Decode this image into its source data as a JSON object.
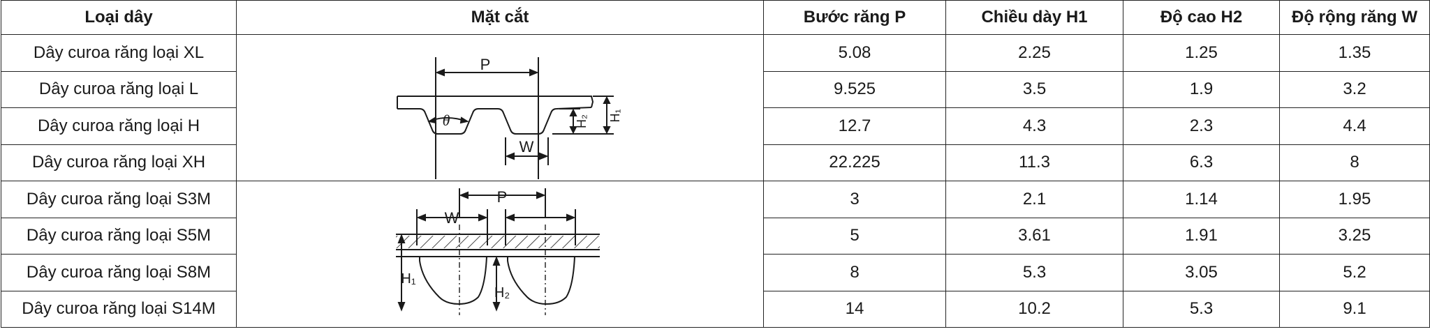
{
  "headers": [
    "Loại dây",
    "Mặt cắt",
    "Bước răng P",
    "Chiều dày H1",
    "Độ cao H2",
    "Độ rộng răng W"
  ],
  "groups": [
    {
      "diagram": {
        "name": "trapezoid-tooth-belt-diagram",
        "labels": {
          "pitch": "P",
          "width": "W",
          "angle": "θ",
          "h1": "H₁",
          "h2": "H₂"
        }
      },
      "rows": [
        {
          "type": "Dây curoa răng loại XL",
          "p": "5.08",
          "h1": "2.25",
          "h2": "1.25",
          "w": "1.35"
        },
        {
          "type": "Dây curoa răng loại L",
          "p": "9.525",
          "h1": "3.5",
          "h2": "1.9",
          "w": "3.2"
        },
        {
          "type": "Dây curoa răng loại H",
          "p": "12.7",
          "h1": "4.3",
          "h2": "2.3",
          "w": "4.4"
        },
        {
          "type": "Dây curoa răng loại XH",
          "p": "22.225",
          "h1": "11.3",
          "h2": "6.3",
          "w": "8"
        }
      ]
    },
    {
      "diagram": {
        "name": "round-tooth-belt-diagram",
        "labels": {
          "pitch": "P",
          "width": "W",
          "h1": "H₁",
          "h2": "H₂"
        }
      },
      "rows": [
        {
          "type": "Dây curoa răng loại S3M",
          "p": "3",
          "h1": "2.1",
          "h2": "1.14",
          "w": "1.95"
        },
        {
          "type": "Dây curoa răng loại S5M",
          "p": "5",
          "h1": "3.61",
          "h2": "1.91",
          "w": "3.25"
        },
        {
          "type": "Dây curoa răng loại S8M",
          "p": "8",
          "h1": "5.3",
          "h2": "3.05",
          "w": "5.2"
        },
        {
          "type": "Dây curoa răng loại S14M",
          "p": "14",
          "h1": "10.2",
          "h2": "5.3",
          "w": "9.1"
        }
      ]
    }
  ]
}
